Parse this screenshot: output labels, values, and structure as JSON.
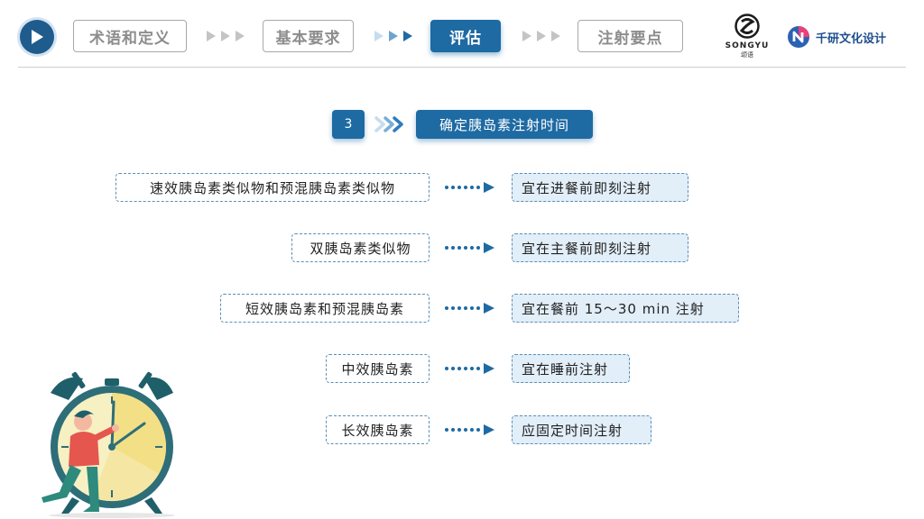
{
  "nav": {
    "items": [
      {
        "label": "术语和定义",
        "active": false
      },
      {
        "label": "基本要求",
        "active": false
      },
      {
        "label": "评估",
        "active": true
      },
      {
        "label": "注射要点",
        "active": false
      }
    ]
  },
  "logos": {
    "songyu_wordmark": "SONGYU",
    "songyu_sub": "颂语",
    "qianyan_name": "千研文化设计"
  },
  "section": {
    "number": "3",
    "title": "确定胰岛素注射时间"
  },
  "rules": [
    {
      "insulin": "速效胰岛素类似物和预混胰岛素类似物",
      "timing": "宜在进餐前即刻注射"
    },
    {
      "insulin": "双胰岛素类似物",
      "timing": "宜在主餐前即刻注射"
    },
    {
      "insulin": "短效胰岛素和预混胰岛素",
      "timing": "宜在餐前 15～30 min 注射"
    },
    {
      "insulin": "中效胰岛素",
      "timing": "宜在睡前注射"
    },
    {
      "insulin": "长效胰岛素",
      "timing": "应固定时间注射"
    }
  ],
  "colors": {
    "accent": "#1e6aa3",
    "box_fill": "#e2eef8",
    "dash_border": "#5b8fb8"
  },
  "illustration": {
    "icon": "alarm-clock-with-person"
  }
}
